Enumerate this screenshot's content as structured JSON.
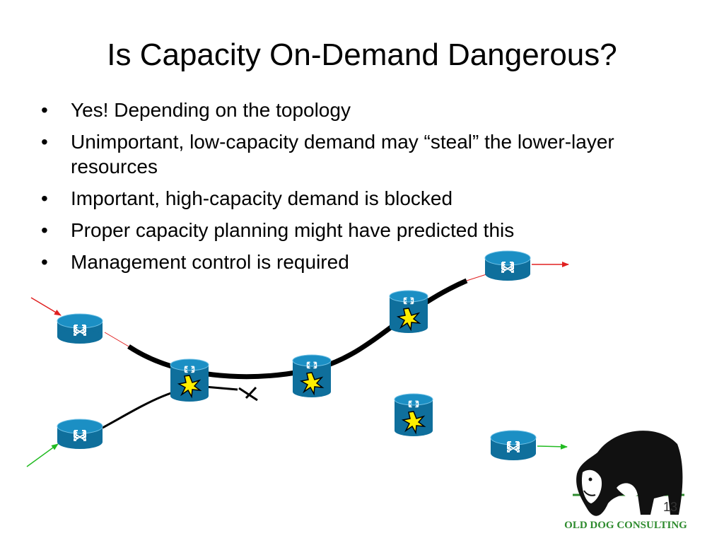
{
  "slide": {
    "title": "Is Capacity On-Demand Dangerous?",
    "bullets": [
      "Yes! Depending on the topology",
      "Unimportant, low-capacity demand may “steal” the lower-layer resources",
      "Important, high-capacity demand is blocked",
      "Proper capacity planning might have predicted this",
      "Management control is required"
    ],
    "bullet_marker": "•",
    "slide_number": "13",
    "brand": "OLD DOG CONSULTING"
  },
  "diagram": {
    "colors": {
      "router_fill": "#1b8fc4",
      "router_dark": "#0f6f9c",
      "low_priority_arrow": "#e02020",
      "high_priority_arrow": "#22bb22",
      "burst_fill": "#ffee00",
      "brand": "#2e8b2e"
    },
    "icons": [
      "router-icon",
      "burst-icon",
      "blocked-x-icon",
      "dog-logo"
    ]
  }
}
